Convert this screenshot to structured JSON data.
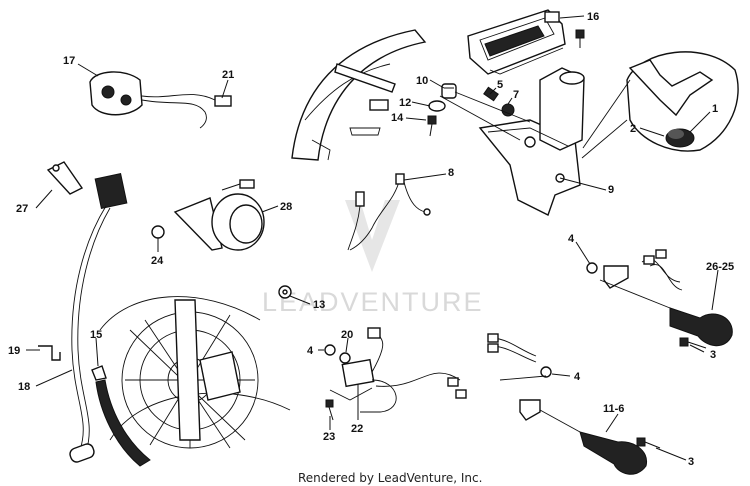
{
  "watermark": "LEADVENTURE",
  "credit": "Rendered by LeadVenture, Inc.",
  "callouts": [
    {
      "id": "16",
      "text": "16"
    },
    {
      "id": "17",
      "text": "17"
    },
    {
      "id": "21",
      "text": "21"
    },
    {
      "id": "10",
      "text": "10"
    },
    {
      "id": "5",
      "text": "5"
    },
    {
      "id": "12",
      "text": "12"
    },
    {
      "id": "7",
      "text": "7"
    },
    {
      "id": "14",
      "text": "14"
    },
    {
      "id": "1",
      "text": "1"
    },
    {
      "id": "2",
      "text": "2"
    },
    {
      "id": "9",
      "text": "9"
    },
    {
      "id": "8",
      "text": "8"
    },
    {
      "id": "27",
      "text": "27"
    },
    {
      "id": "28",
      "text": "28"
    },
    {
      "id": "24",
      "text": "24"
    },
    {
      "id": "4a",
      "text": "4"
    },
    {
      "id": "26-25",
      "text": "26-25"
    },
    {
      "id": "13",
      "text": "13"
    },
    {
      "id": "15",
      "text": "15"
    },
    {
      "id": "19",
      "text": "19"
    },
    {
      "id": "18",
      "text": "18"
    },
    {
      "id": "20",
      "text": "20"
    },
    {
      "id": "4b",
      "text": "4"
    },
    {
      "id": "3a",
      "text": "3"
    },
    {
      "id": "4c",
      "text": "4"
    },
    {
      "id": "22",
      "text": "22"
    },
    {
      "id": "23",
      "text": "23"
    },
    {
      "id": "11-6",
      "text": "11-6"
    },
    {
      "id": "3b",
      "text": "3"
    }
  ]
}
